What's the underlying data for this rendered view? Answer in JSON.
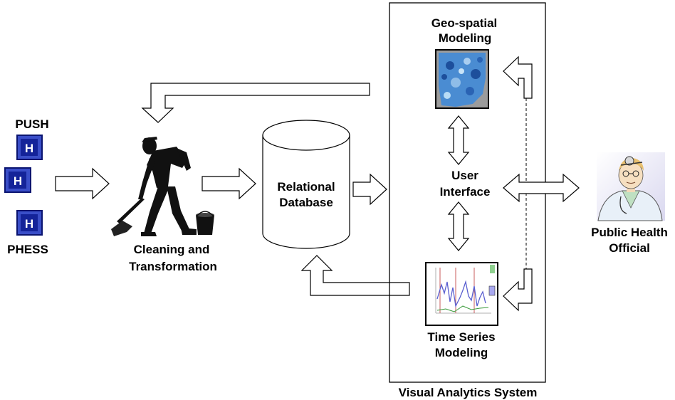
{
  "sources": {
    "push_label": "PUSH",
    "phess_label": "PHESS",
    "icon_glyph": "H"
  },
  "cleaning": {
    "line1": "Cleaning and",
    "line2": "Transformation"
  },
  "database": {
    "line1": "Relational",
    "line2": "Database"
  },
  "vas": {
    "label": "Visual Analytics System",
    "geo_line1": "Geo-spatial",
    "geo_line2": "Modeling",
    "ui_line1": "User",
    "ui_line2": "Interface",
    "ts_line1": "Time Series",
    "ts_line2": "Modeling"
  },
  "official": {
    "line1": "Public Health",
    "line2": "Official"
  },
  "colors": {
    "icon_blue": "#1c2fa8",
    "map_blue": "#3f86cc",
    "ts_line": "#5a5fd0",
    "doctor_coat": "#e8f0f8"
  }
}
